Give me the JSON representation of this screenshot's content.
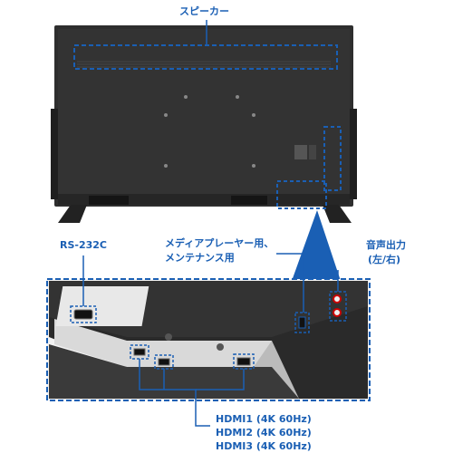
{
  "labels": {
    "speaker": "スピーカー",
    "rs232c": "RS-232C",
    "media_player_line1": "メディアプレーヤー用、",
    "media_player_line2": "メンテナンス用",
    "audio_out_line1": "音声出力",
    "audio_out_line2": "(左/右)",
    "hdmi1": "HDMI1 (4K 60Hz)",
    "hdmi2": "HDMI2 (4K 60Hz)",
    "hdmi3": "HDMI3 (4K 60Hz)"
  },
  "colors": {
    "accent": "#1a5fb4",
    "tv_body": "#2b2b2b",
    "panel_dark": "#1e1e1e"
  }
}
